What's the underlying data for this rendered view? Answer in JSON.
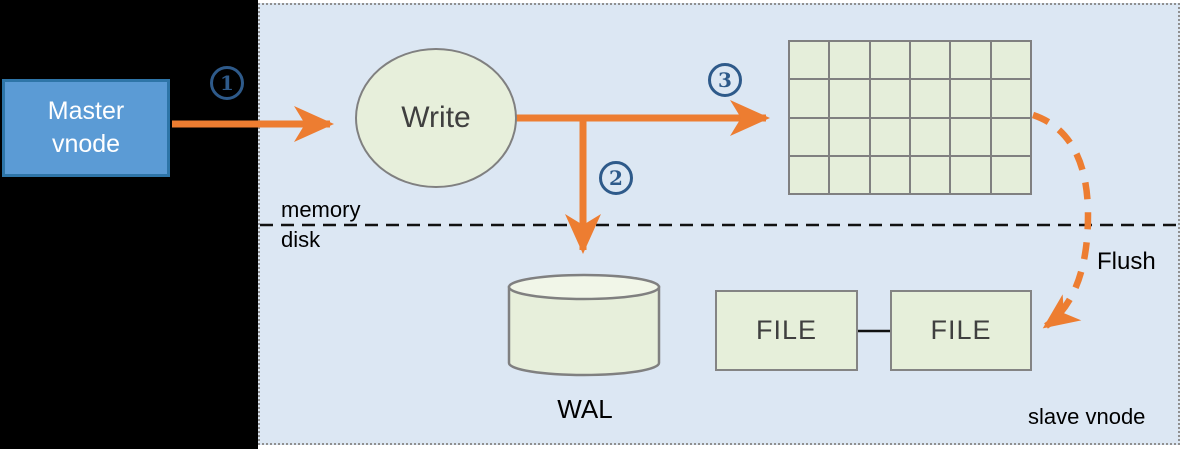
{
  "colors": {
    "accent": "#ED7D31",
    "panel": "#DCE7F3",
    "panel-border": "#909090",
    "green": "#E7EFDB",
    "green-light": "#F1F6E8",
    "gray-border": "#808080",
    "master-fill": "#5B9BD5",
    "master-border": "#2E75A8",
    "number-blue": "#2E5A8A",
    "dark-text": "#3F3F3F"
  },
  "master_vnode": {
    "line1": "Master",
    "line2": "vnode"
  },
  "write_node": {
    "label": "Write"
  },
  "steps": [
    "1",
    "2",
    "3"
  ],
  "divider": {
    "above_label": "memory",
    "below_label": "disk"
  },
  "memtable": {
    "rows": 4,
    "cols": 6
  },
  "wal": {
    "label": "WAL"
  },
  "files": [
    {
      "label": "FILE"
    },
    {
      "label": "FILE"
    }
  ],
  "flush": {
    "label": "Flush"
  },
  "panel": {
    "label": "slave vnode"
  }
}
